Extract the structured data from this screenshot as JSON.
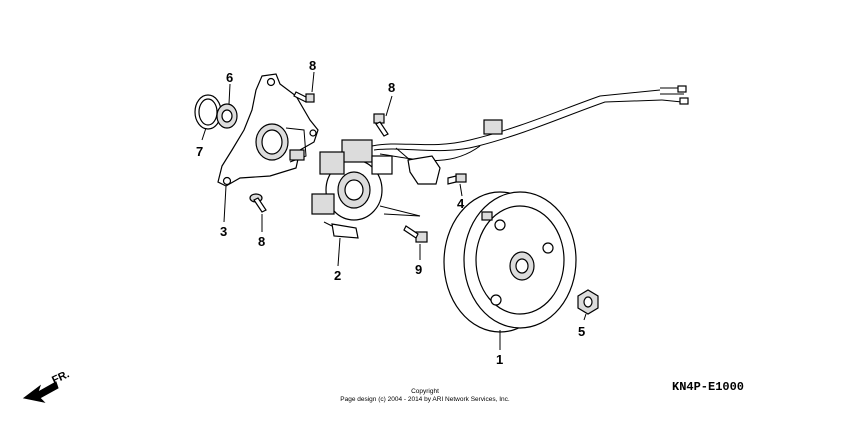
{
  "diagram": {
    "callouts": {
      "p1": "1",
      "p2": "2",
      "p3": "3",
      "p4": "4",
      "p5": "5",
      "p6": "6",
      "p7": "7",
      "p8a": "8",
      "p8b": "8",
      "p8c": "8",
      "p9": "9"
    },
    "direction_label": "FR.",
    "figure_code": "KN4P-E1000",
    "copyright_line1": "Copyright",
    "copyright_line2": "Page design (c) 2004 - 2014 by ARI Network Services, Inc."
  }
}
